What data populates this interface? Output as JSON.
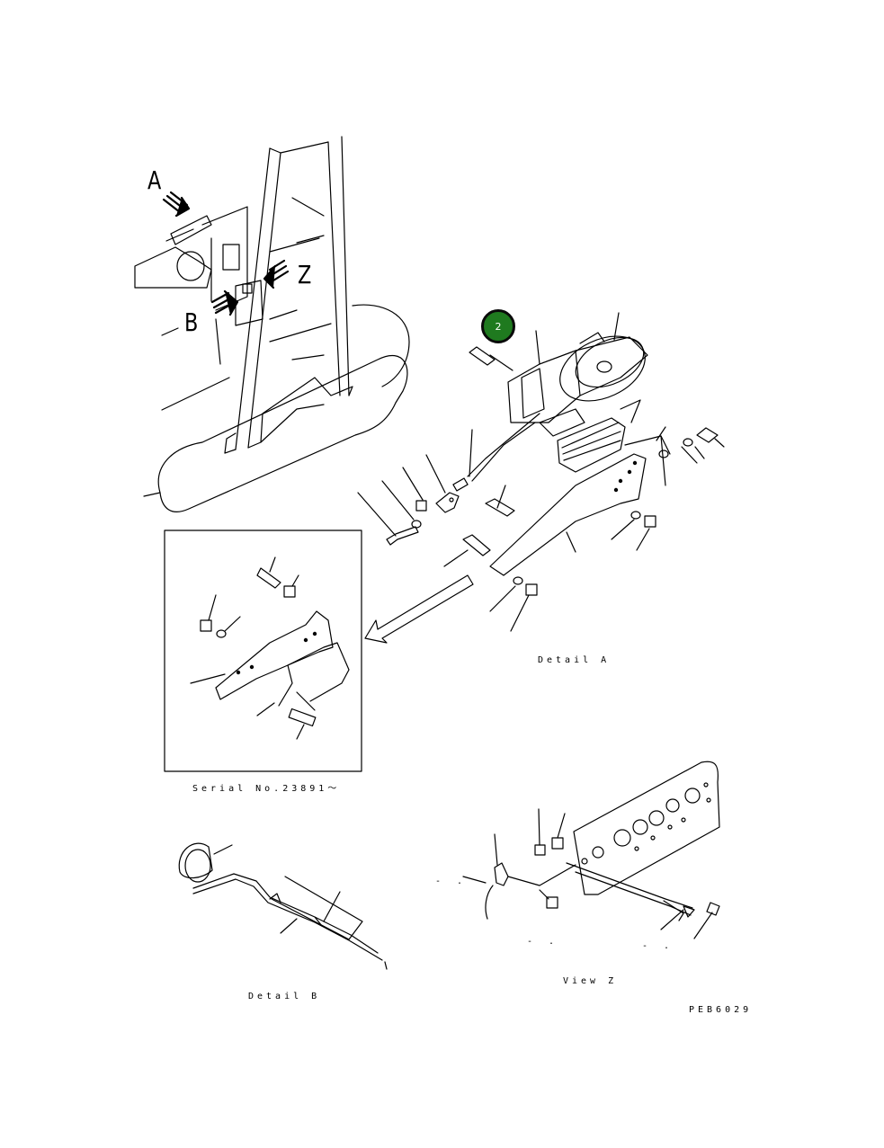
{
  "view_letters": {
    "a": "A",
    "b": "B",
    "z": "Z"
  },
  "callout": {
    "number": "2",
    "color": "#1f7a1f"
  },
  "captions": {
    "detail_a": "Detail A",
    "serial": "Serial No.23891～",
    "detail_b": "Detail B",
    "view_z": "View Z",
    "drawing_code": "PEB6029"
  },
  "marks": {
    "dash_left": "- .",
    "dash_mid": "- .",
    "dash_right": "- ."
  }
}
